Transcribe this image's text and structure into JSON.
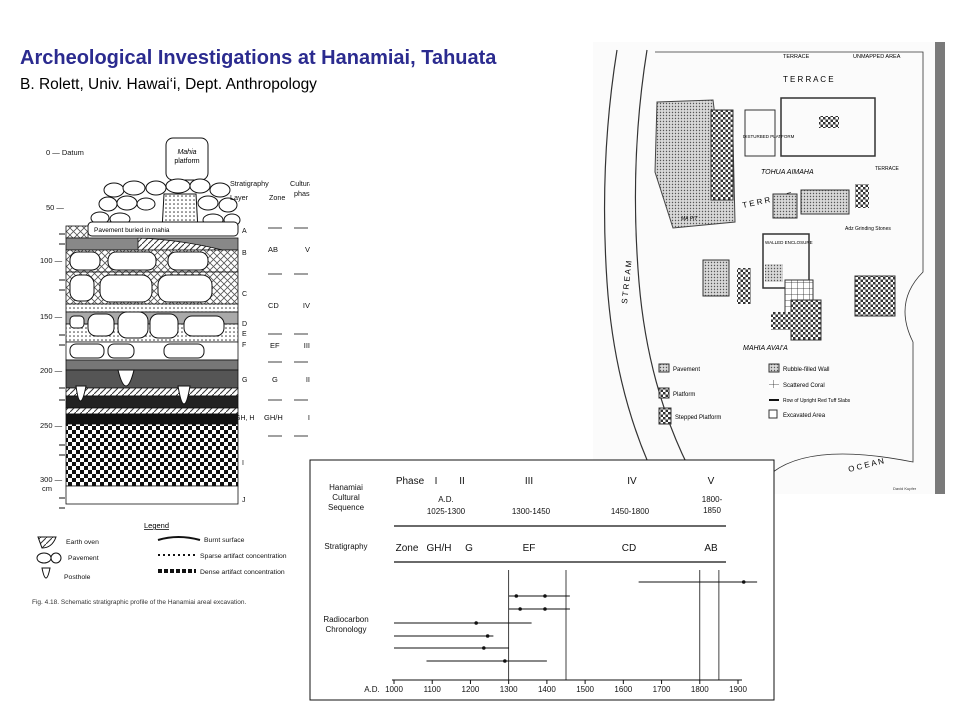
{
  "slide": {
    "title": "Archeological Investigations at Hanamiai, Tahuata",
    "subtitle": "B. Rolett, Univ. Hawai‘i, Dept. Anthropology"
  },
  "strat_figure": {
    "depth_labels": [
      "0 — Datum",
      "50 —",
      "100 —",
      "150 —",
      "200 —",
      "250 —",
      "300 —",
      "cm"
    ],
    "mahia_label_1": "Mahia",
    "mahia_label_2": "platform",
    "pavement_note": "Pavement buried in mahia",
    "headers": {
      "stratigraphy": "Stratigraphy",
      "layer": "Layer",
      "zone": "Zone",
      "cultural": "Cultural",
      "phase": "phase"
    },
    "layers": [
      "A",
      "B",
      "C",
      "D",
      "E",
      "F",
      "G",
      "GH, H",
      "I",
      "J"
    ],
    "zones": [
      "AB",
      "CD",
      "EF",
      "G",
      "GH/H"
    ],
    "phases": [
      "V",
      "IV",
      "III",
      "II",
      "I"
    ],
    "legend_title": "Legend",
    "legend": {
      "earth_oven": "Earth oven",
      "pavement": "Pavement",
      "posthole": "Posthole",
      "burnt": "Burnt surface",
      "sparse": "Sparse artifact concentration",
      "dense": "Dense artifact concentration"
    },
    "caption": "Fig. 4.18. Schematic stratigraphic profile of the Hanamiai areal excavation."
  },
  "map_figure": {
    "top_labels": [
      "TERRACE",
      "UNMAPPED AREA"
    ],
    "terrace_1": "T E R R A C E",
    "tohua": "TOHUA AIMAHA",
    "terrace_2": "T E R R A C E",
    "terrace_small": "TERRACE",
    "disturbed": "DISTURBED PLATFORM",
    "ma_pit": "MA PIT",
    "walled": "WALLED ENCLOSURE",
    "grinding": "Adz Grinding Stones",
    "stream": "S T R E A M",
    "mahia_avaia": "MAHIA AVAI'A",
    "ocean": "O C E A N",
    "legend": {
      "pavement": "Pavement",
      "rubble": "Rubble-filled Wall",
      "platform": "Platform",
      "coral": "Scattered Coral",
      "stepped": "Stepped Platform",
      "tuff": "Row of Upright Red Tuff Slabs",
      "excavated": "Excavated Area"
    },
    "credit": "David Kupfer"
  },
  "chrono_figure": {
    "seq_label_1": "Hanamiai",
    "seq_label_2": "Cultural",
    "seq_label_3": "Sequence",
    "phase_word": "Phase",
    "phases": [
      "I",
      "II",
      "III",
      "IV",
      "V"
    ],
    "ad_label": "A.D.",
    "ranges": [
      "1025-1300",
      "1300-1450",
      "1450-1800",
      "1800-",
      "1850"
    ],
    "strat_label": "Stratigraphy",
    "zone_word": "Zone",
    "zones": [
      "GH/H",
      "G",
      "EF",
      "CD",
      "AB"
    ],
    "radio_label_1": "Radiocarbon",
    "radio_label_2": "Chronology",
    "axis_prefix": "A.D.",
    "axis_ticks": [
      "1000",
      "1100",
      "1200",
      "1300",
      "1400",
      "1500",
      "1600",
      "1700",
      "1800",
      "1900"
    ],
    "dates": [
      {
        "from": 1000,
        "to": 1360,
        "mid": 1215
      },
      {
        "from": 1000,
        "to": 1260,
        "mid": 1245
      },
      {
        "from": 1000,
        "to": 1300,
        "mid": 1235
      },
      {
        "from": 1085,
        "to": 1400,
        "mid": 1290
      },
      {
        "from": 1300,
        "to": 1460,
        "mid": 1320
      },
      {
        "from": 1300,
        "to": 1460,
        "mid": 1330
      },
      {
        "from": 1300,
        "to": 1400,
        "mid": 1395
      },
      {
        "from": 1300,
        "to": 1460,
        "mid": 1395
      },
      {
        "from": 1640,
        "to": 1950,
        "mid": 1915
      }
    ]
  }
}
